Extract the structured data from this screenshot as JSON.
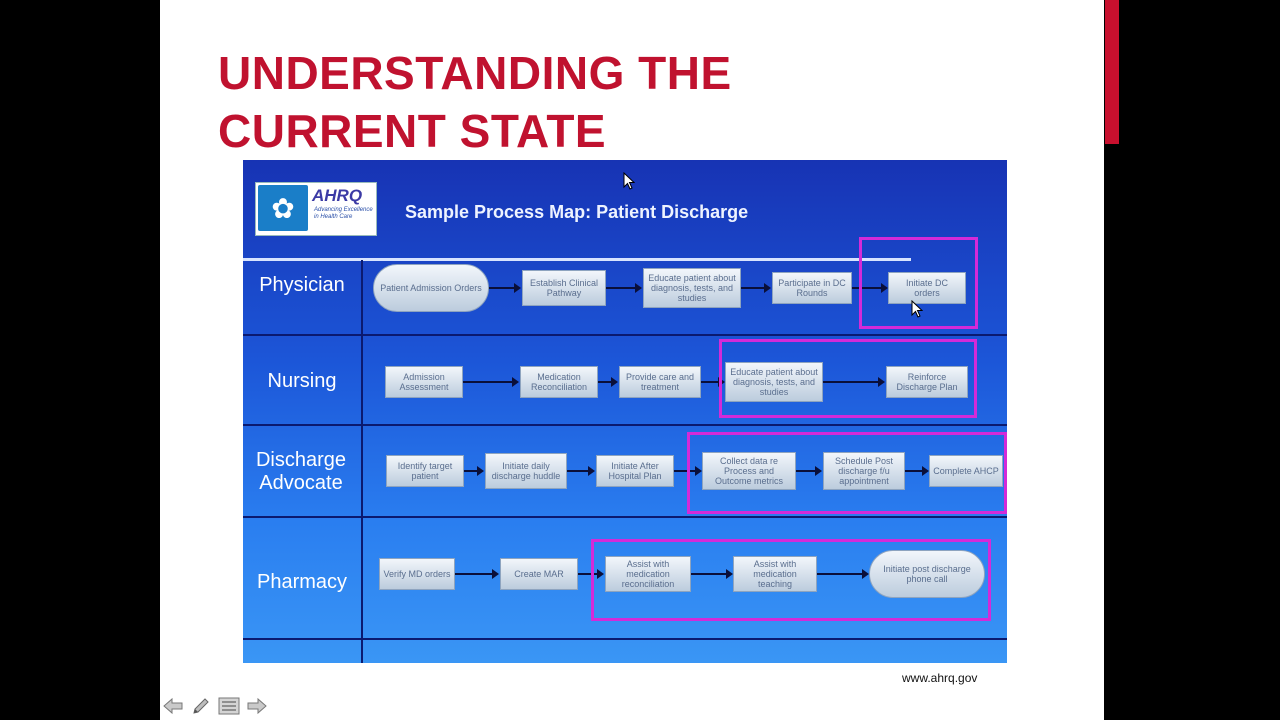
{
  "slide": {
    "title_lines": [
      "UNDERSTANDING THE",
      "CURRENT STATE"
    ],
    "source": "www.ahrq.gov"
  },
  "process_map": {
    "logo_text": "AHRQ",
    "logo_tagline": "Advancing Excellence in Health Care",
    "title": "Sample Process Map: Patient Discharge",
    "lanes": [
      {
        "label": "Physician",
        "steps": [
          "Patient Admission Orders",
          "Establish Clinical Pathway",
          "Educate patient about diagnosis, tests, and studies",
          "Participate in DC Rounds",
          "Initiate DC orders"
        ]
      },
      {
        "label": "Nursing",
        "steps": [
          "Admission Assessment",
          "Medication Reconciliation",
          "Provide care and treatment",
          "Educate patient about diagnosis, tests, and studies",
          "Reinforce Discharge Plan"
        ]
      },
      {
        "label": "Discharge Advocate",
        "steps": [
          "Identify target patient",
          "Initiate daily discharge huddle",
          "Initiate After Hospital Plan",
          "Collect data re Process and Outcome metrics",
          "Schedule Post discharge f/u appointment",
          "Complete AHCP"
        ]
      },
      {
        "label": "Pharmacy",
        "steps": [
          "Verify MD orders",
          "Create MAR",
          "Assist with medication reconciliation",
          "Assist with medication teaching",
          "Initiate post discharge phone call"
        ]
      }
    ]
  },
  "colors": {
    "title_red": "#c0122f",
    "highlight_magenta": "#d42ad8",
    "map_blue": "#1c56d8"
  },
  "icons": {
    "prev": "arrow-left-icon",
    "pen": "pen-icon",
    "menu": "menu-icon",
    "next": "arrow-right-icon"
  }
}
